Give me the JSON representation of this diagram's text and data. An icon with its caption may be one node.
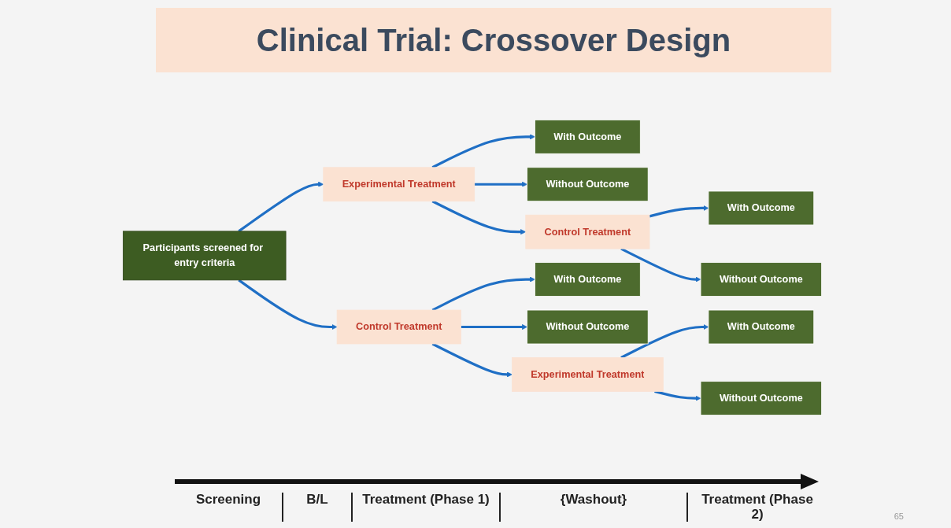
{
  "diagram": {
    "title": "Clinical Trial: Crossover Design",
    "nodes": [
      {
        "text": [
          "Participants screened for entry criteria"
        ]
      },
      {
        "text": [
          "Experimental Treatment"
        ]
      },
      {
        "text": [
          "With Outcome"
        ]
      },
      {
        "text": [
          "Without Outcome"
        ]
      },
      {
        "text": [
          "Control Treatment"
        ]
      },
      {
        "text": [
          "With Outcome"
        ]
      },
      {
        "text": [
          "Without Outcome"
        ]
      },
      {
        "text": [
          "Experimental Treatment"
        ]
      },
      {
        "text": [
          "With Outcome"
        ]
      },
      {
        "text": [
          "Without Outcome"
        ]
      },
      {
        "text": [
          "Control Treatment"
        ]
      },
      {
        "text": [
          "With Outcome"
        ]
      },
      {
        "text": [
          "Without Outcome"
        ]
      }
    ],
    "edges": [
      {
        "from": 0,
        "to": 1,
        "arrow": "to"
      },
      {
        "from": 0,
        "to": 4,
        "arrow": "to"
      },
      {
        "from": 1,
        "to": 2,
        "arrow": "to"
      },
      {
        "from": 1,
        "to": 3,
        "arrow": "to"
      },
      {
        "from": 4,
        "to": 5,
        "arrow": "to"
      },
      {
        "from": 4,
        "to": 6,
        "arrow": "to"
      },
      {
        "from": 1,
        "to": 10,
        "arrow": "to"
      },
      {
        "from": 4,
        "to": 7,
        "arrow": "to"
      },
      {
        "from": 7,
        "to": 8,
        "arrow": "to"
      },
      {
        "from": 7,
        "to": 9,
        "arrow": "to"
      },
      {
        "from": 10,
        "to": 11,
        "arrow": "to"
      },
      {
        "from": 10,
        "to": 12,
        "arrow": "to"
      }
    ],
    "labels": [
      "Screening",
      "B/L",
      "Treatment (Phase 1)",
      "{Washout}",
      "Treatment (Phase 2)",
      "65"
    ]
  }
}
